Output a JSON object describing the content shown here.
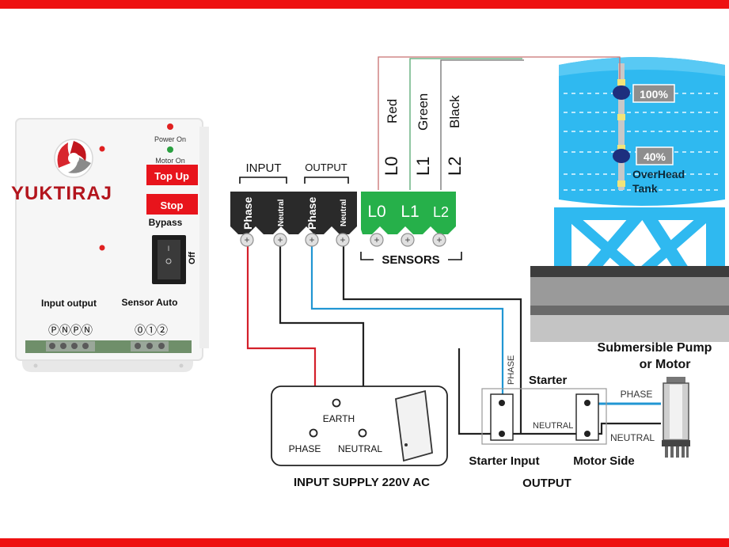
{
  "device": {
    "brand": "YUKTIRAJ",
    "power_on": "Power On",
    "motor_on": "Motor On",
    "top_up": "Top Up",
    "stop": "Stop",
    "bypass": "Bypass",
    "off": "Off",
    "io_label": "Input  output",
    "sensor_label": "Sensor  Auto",
    "io_pins": "ⓅⓃⓅⓃ",
    "sensor_pins": "⓪①②"
  },
  "terminals": {
    "input_label": "INPUT",
    "output_label": "OUTPUT",
    "phase": "Phase",
    "neutral": "Neutral",
    "l0": "L0",
    "l1": "L1",
    "l2": "L2",
    "sensors_label": "SENSORS",
    "plus": "+"
  },
  "sensor_wires": {
    "red": "Red",
    "green": "Green",
    "black": "Black",
    "l0": "L0",
    "l1": "L1",
    "l2": "L2"
  },
  "tank": {
    "level_high": "100%",
    "level_low": "40%",
    "name_line1": "OverHead",
    "name_line2": "Tank"
  },
  "supply": {
    "earth": "EARTH",
    "phase": "PHASE",
    "neutral": "NEUTRAL",
    "title": "INPUT SUPPLY 220V AC"
  },
  "starter": {
    "title": "Starter",
    "phase_vertical": "PHASE",
    "neutral": "NEUTRAL",
    "starter_input": "Starter Input",
    "motor_side": "Motor Side",
    "output": "OUTPUT"
  },
  "pump": {
    "title_line1": "Submersible Pump",
    "title_line2": "or  Motor",
    "phase": "PHASE",
    "neutral": "NEUTRAL"
  },
  "colors": {
    "border_red": "#ee1111",
    "tank_blue": "#2fb9f0",
    "terminal_black": "#2a2a2a",
    "terminal_green": "#26b04a",
    "wire_red": "#d4202a",
    "wire_blue": "#2196d3",
    "wire_black": "#222222"
  }
}
